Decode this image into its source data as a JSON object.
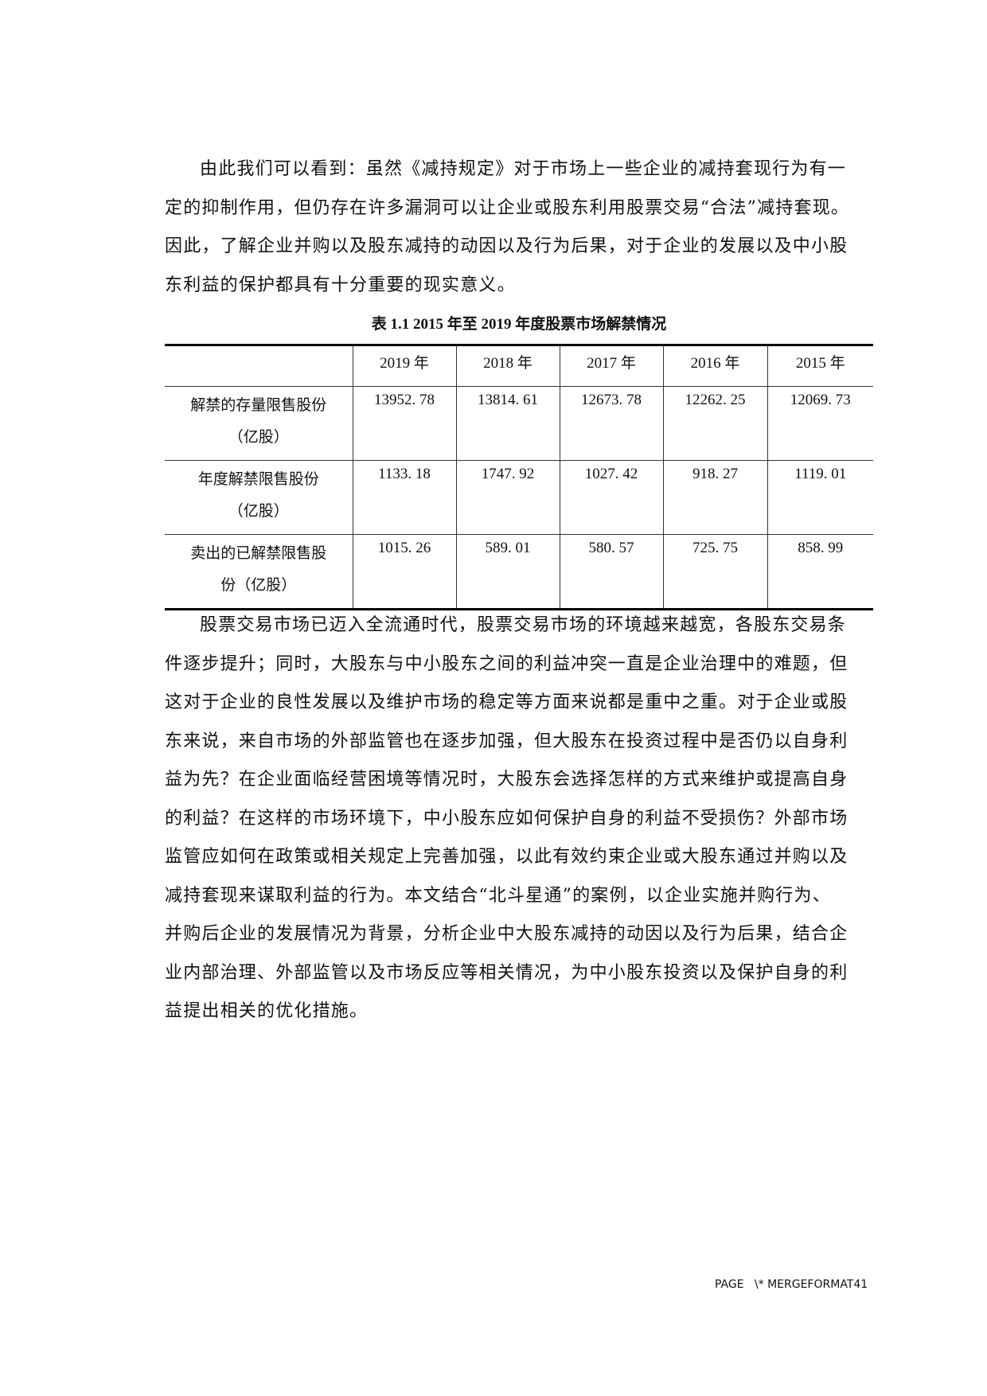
{
  "paragraph1": {
    "lines": [
      "由此我们可以看到：虽然《减持规定》对于市场上一些企业的减持套现行为有一",
      "定的抑制作用，但仍存在许多漏洞可以让企业或股东利用股票交易“合法”减持套现。",
      "因此，了解企业并购以及股东减持的动因以及行为后果，对于企业的发展以及中小股",
      "东利益的保护都具有十分重要的现实意义。"
    ]
  },
  "table": {
    "caption": "表 1.1 2015 年至 2019 年度股票市场解禁情况",
    "headers": [
      "",
      "2019 年",
      "2018 年",
      "2017 年",
      "2016 年",
      "2015 年"
    ],
    "rows": [
      {
        "label_line1": "解禁的存量限售股份",
        "label_line2": "（亿股）",
        "values": [
          "13952. 78",
          "13814. 61",
          "12673. 78",
          "12262. 25",
          "12069. 73"
        ]
      },
      {
        "label_line1": "年度解禁限售股份",
        "label_line2": "（亿股）",
        "values": [
          "1133. 18",
          "1747. 92",
          "1027. 42",
          "918. 27",
          "1119. 01"
        ]
      },
      {
        "label_line1": "卖出的已解禁限售股",
        "label_line2": "份（亿股）",
        "values": [
          "1015. 26",
          "589. 01",
          "580. 57",
          "725. 75",
          "858. 99"
        ]
      }
    ]
  },
  "paragraph2": {
    "lines": [
      "股票交易市场已迈入全流通时代，股票交易市场的环境越来越宽，各股东交易条",
      "件逐步提升；同时，大股东与中小股东之间的利益冲突一直是企业治理中的难题，但",
      "这对于企业的良性发展以及维护市场的稳定等方面来说都是重中之重。对于企业或股",
      "东来说，来自市场的外部监管也在逐步加强，但大股东在投资过程中是否仍以自身利",
      "益为先？在企业面临经营困境等情况时，大股东会选择怎样的方式来维护或提高自身",
      "的利益？在这样的市场环境下，中小股东应如何保护自身的利益不受损伤？外部市场",
      "监管应如何在政策或相关规定上完善加强，以此有效约束企业或大股东通过并购以及",
      "减持套现来谋取利益的行为。本文结合“北斗星通”的案例，以企业实施并购行为、",
      "并购后企业的发展情况为背景，分析企业中大股东减持的动因以及行为后果，结合企",
      "业内部治理、外部监管以及市场反应等相关情况，为中小股东投资以及保护自身的利",
      "益提出相关的优化措施。"
    ]
  },
  "footer": {
    "text": "PAGE   \\* MERGEFORMAT41"
  },
  "chart_data": {
    "type": "table",
    "title": "表 1.1 2015 年至 2019 年度股票市场解禁情况",
    "categories": [
      "2019 年",
      "2018 年",
      "2017 年",
      "2016 年",
      "2015 年"
    ],
    "series": [
      {
        "name": "解禁的存量限售股份（亿股）",
        "values": [
          13952.78,
          13814.61,
          12673.78,
          12262.25,
          12069.73
        ]
      },
      {
        "name": "年度解禁限售股份（亿股）",
        "values": [
          1133.18,
          1747.92,
          1027.42,
          918.27,
          1119.01
        ]
      },
      {
        "name": "卖出的已解禁限售股份（亿股）",
        "values": [
          1015.26,
          589.01,
          580.57,
          725.75,
          858.99
        ]
      }
    ]
  }
}
